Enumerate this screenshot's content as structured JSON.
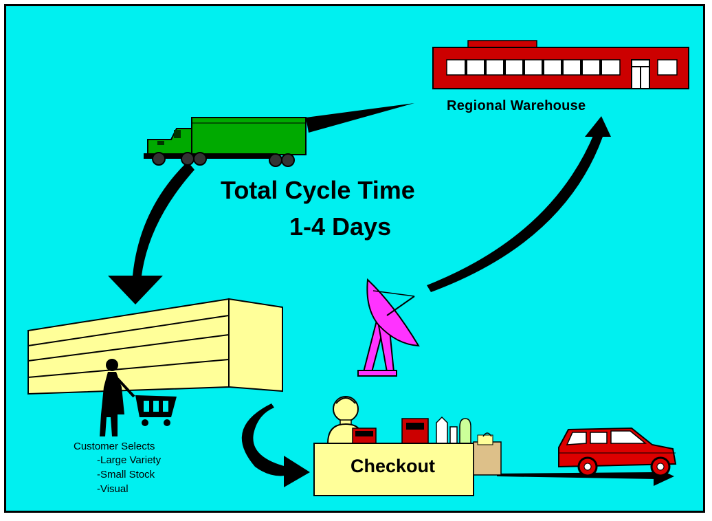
{
  "diagram": {
    "title_line1": "Total Cycle Time",
    "title_line2": "1-4 Days",
    "warehouse_label": "Regional Warehouse",
    "customer": {
      "heading": "Customer Selects",
      "items": [
        "-Large Variety",
        "-Small Stock",
        "-Visual"
      ]
    },
    "checkout_label": "Checkout"
  },
  "colors": {
    "background": "#00f0f0",
    "warehouse": "#cc0000",
    "truck": "#00aa00",
    "store": "#ffff99",
    "satellite_dish": "#ff33ff",
    "car": "#dd0000"
  },
  "icons": [
    "warehouse-icon",
    "truck-icon",
    "store-building-icon",
    "shopper-icon",
    "satellite-dish-icon",
    "cashier-icon",
    "grocery-items-icon",
    "shopping-bag-icon",
    "car-icon"
  ]
}
